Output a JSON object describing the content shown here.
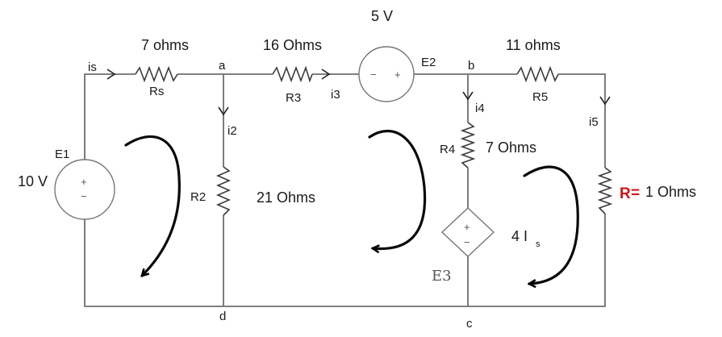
{
  "sources": {
    "e1": {
      "name": "E1",
      "value": "10 V",
      "plus": "+",
      "minus": "−"
    },
    "e2": {
      "name": "E2",
      "value": "5 V",
      "plus": "+",
      "minus": "−"
    },
    "e3": {
      "name": "E3",
      "value": "4 I",
      "subscript": "s",
      "plus": "+",
      "minus": "−"
    }
  },
  "resistors": {
    "rs": {
      "name": "Rs",
      "value": "7 ohms"
    },
    "r3": {
      "name": "R3",
      "value": "16 Ohms"
    },
    "r5": {
      "name": "R5",
      "value": "11 ohms"
    },
    "r2": {
      "name": "R2",
      "value": "21 Ohms"
    },
    "r4": {
      "name": "R4",
      "value": "7 Ohms"
    },
    "r": {
      "name": "R",
      "eq": "=",
      "value": "1 Ohms"
    }
  },
  "currents": {
    "is": "is",
    "i2": "i2",
    "i3": "i3",
    "i4": "i4",
    "i5": "i5"
  },
  "nodes": {
    "a": "a",
    "b": "b",
    "c": "c",
    "d": "d"
  }
}
